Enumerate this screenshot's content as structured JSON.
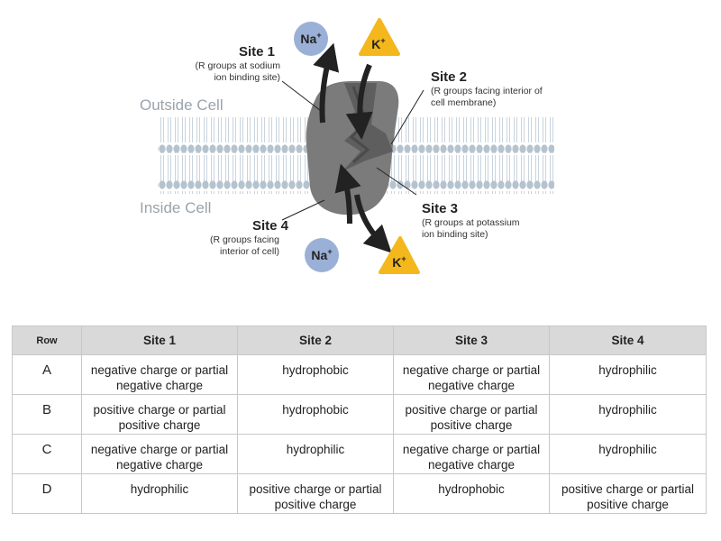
{
  "diagram": {
    "region_outside": "Outside Cell",
    "region_inside": "Inside Cell",
    "ion_na": "Na",
    "ion_k": "K",
    "ion_charge": "+",
    "sites": [
      {
        "title": "Site 1",
        "desc1": "(R groups at sodium",
        "desc2": "ion binding site)"
      },
      {
        "title": "Site 2",
        "desc1": "(R groups facing interior of",
        "desc2": "cell membrane)"
      },
      {
        "title": "Site 3",
        "desc1": "(R groups at potassium",
        "desc2": "ion binding site)"
      },
      {
        "title": "Site 4",
        "desc1": "(R groups facing",
        "desc2": "interior of cell)"
      }
    ],
    "colors": {
      "sodium": "#9bb0d6",
      "potassium": "#f4b81c",
      "protein": "#7a7a7a",
      "membrane": "#b7c6d2"
    }
  },
  "table": {
    "headers": [
      "Row",
      "Site 1",
      "Site 2",
      "Site 3",
      "Site 4"
    ],
    "rows": [
      {
        "label": "A",
        "cells": [
          "negative charge or partial negative charge",
          "hydrophobic",
          "negative charge or partial negative charge",
          "hydrophilic"
        ]
      },
      {
        "label": "B",
        "cells": [
          "positive charge or partial positive charge",
          "hydrophobic",
          "positive charge or partial positive charge",
          "hydrophilic"
        ]
      },
      {
        "label": "C",
        "cells": [
          "negative charge or partial negative charge",
          "hydrophilic",
          "negative charge or partial negative charge",
          "hydrophilic"
        ]
      },
      {
        "label": "D",
        "cells": [
          "hydrophilic",
          "positive charge or partial positive charge",
          "hydrophobic",
          "positive charge or partial positive charge"
        ]
      }
    ]
  }
}
